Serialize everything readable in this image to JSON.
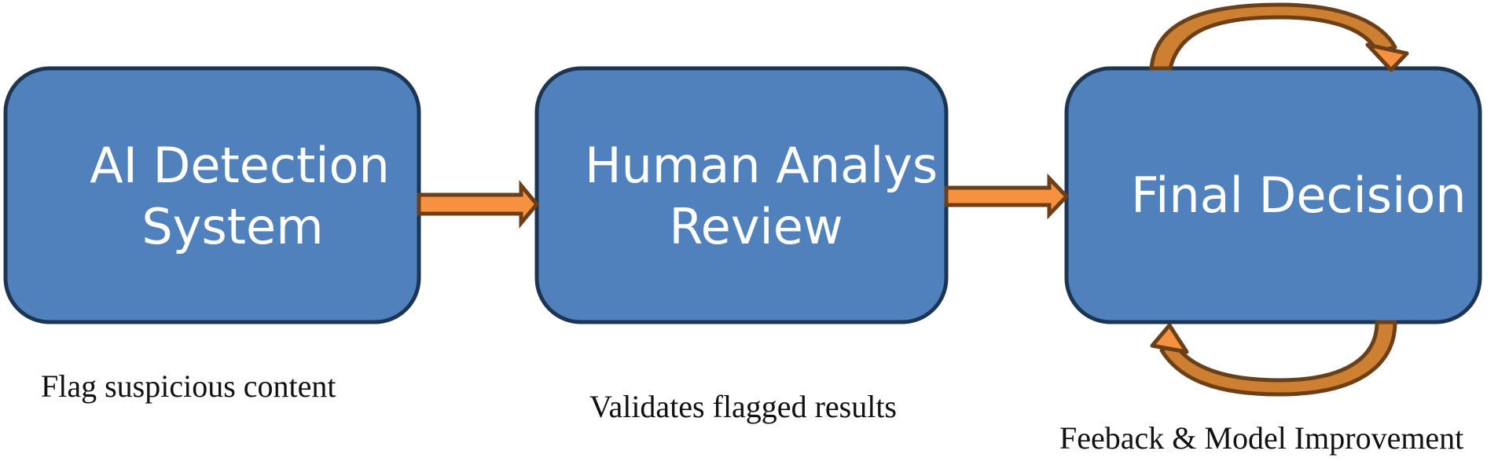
{
  "colors": {
    "box_fill": "#5181bd",
    "box_stroke": "#1c3553",
    "arrow_fill": "#f5913f",
    "arrow_stroke": "#6b3f18",
    "loop_fill": "#cd7f32",
    "background": "#ffffff"
  },
  "boxes": {
    "ai_detection": {
      "line1": "AI Detection",
      "line2": "System"
    },
    "human_review": {
      "line1": "Human Analys",
      "line2": "Review"
    },
    "final_decision": {
      "line1": "Final Decision"
    }
  },
  "captions": {
    "ai_detection": "Flag suspicious content",
    "human_review": "Validates flagged results",
    "final_decision": "Feeback & Model Improvement"
  }
}
